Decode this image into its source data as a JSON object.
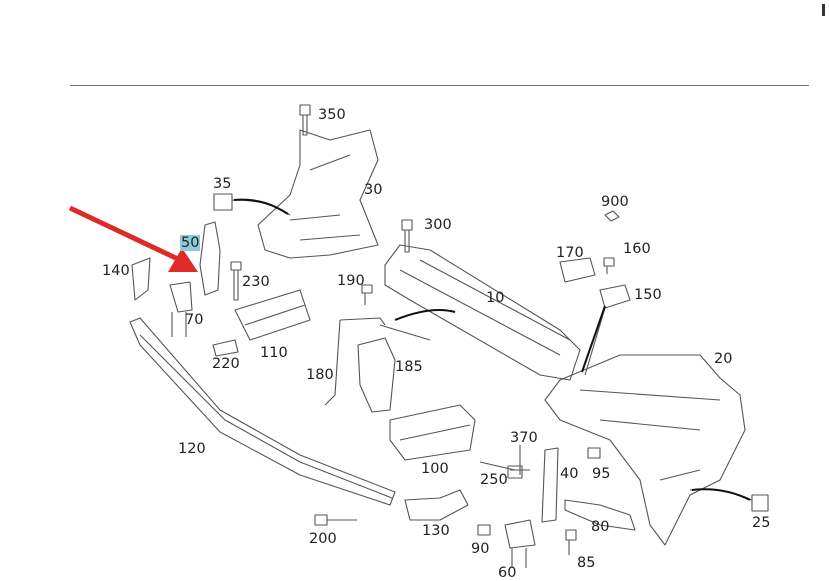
{
  "diagram": {
    "title": "Front axle carrier / bumper parts diagram",
    "highlighted_part": "50",
    "arrow_color": "#e02a2a",
    "highlight_color": "#8fcadb",
    "part_labels": [
      "350",
      "30",
      "35",
      "300",
      "900",
      "170",
      "160",
      "150",
      "50",
      "140",
      "230",
      "190",
      "10",
      "70",
      "110",
      "220",
      "180",
      "185",
      "20",
      "120",
      "370",
      "40",
      "95",
      "100",
      "250",
      "25",
      "80",
      "130",
      "200",
      "90",
      "60",
      "85"
    ]
  }
}
